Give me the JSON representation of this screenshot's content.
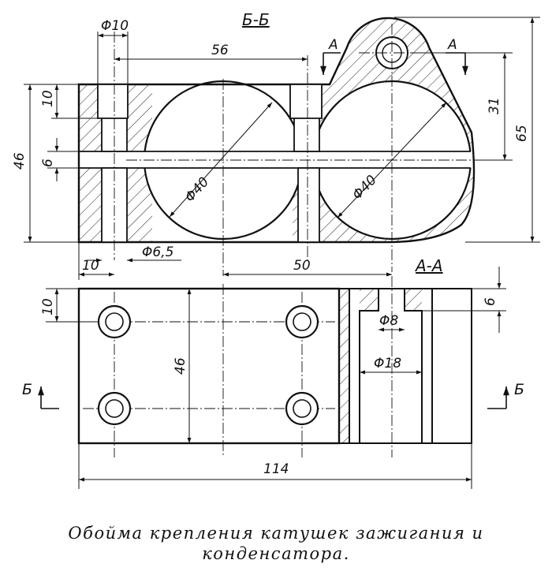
{
  "drawing": {
    "section_bb_label": "Б-Б",
    "section_aa_label": "А-А",
    "cut_mark_a": "А",
    "cut_mark_b": "Б",
    "dimensions": {
      "d_hole_top": "Φ10",
      "center_distance": "56",
      "height_10": "10",
      "height_46": "46",
      "slot_6": "6",
      "bore_left": "Φ40",
      "bore_right": "Φ40",
      "height_31": "31",
      "height_65": "65",
      "edge_10": "10",
      "d_hole_small": "Φ6,5",
      "offset_50": "50",
      "front_10": "10",
      "front_46": "46",
      "aa_6": "6",
      "aa_d8": "Φ8",
      "aa_d18": "Φ18",
      "width_114": "114"
    }
  },
  "caption": {
    "line1": "Обойма крепления катушек зажигания и",
    "line2": "конденсатора."
  }
}
